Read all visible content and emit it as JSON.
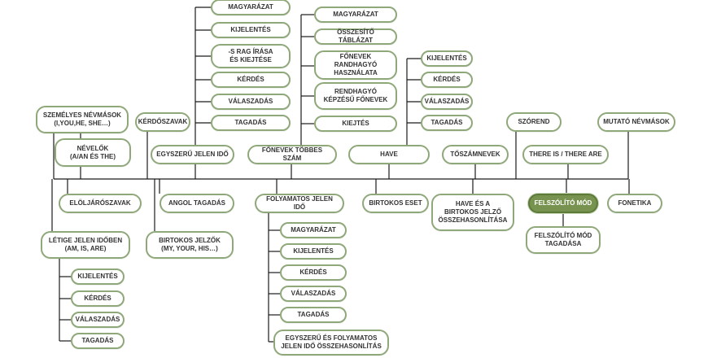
{
  "colors": {
    "line": "#1a1a1a",
    "node_border": "#8fa87a",
    "active_fill": "#78934f"
  },
  "nodes": [
    {
      "id": "magyarazat1",
      "label": "MAGYARÁZAT"
    },
    {
      "id": "kijelentes1",
      "label": "KIJELENTÉS"
    },
    {
      "id": "s-rag",
      "label": "-S RAG ÍRÁSA\nÉS KIEJTÉSE"
    },
    {
      "id": "kerdes1",
      "label": "KÉRDÉS"
    },
    {
      "id": "valaszadas1",
      "label": "VÁLASZADÁS"
    },
    {
      "id": "tagadas1",
      "label": "TAGADÁS"
    },
    {
      "id": "egyszeru-jelen-ido",
      "label": "EGYSZERŰ JELEN IDŐ"
    },
    {
      "id": "magyarazat2",
      "label": "MAGYARÁZAT"
    },
    {
      "id": "osszesito-tablazat",
      "label": "ÖSSZESÍTŐ TÁBLÁZAT"
    },
    {
      "id": "fonevek-randhagyo",
      "label": "FŐNEVEK RANDHAGYÓ\nHASZNÁLATA"
    },
    {
      "id": "rendhagyo-kepzesu",
      "label": "RENDHAGYÓ\nKÉPZÉSŰ FŐNEVEK"
    },
    {
      "id": "kiejtes",
      "label": "KIEJTÉS"
    },
    {
      "id": "fonevek-tobbes-szam",
      "label": "FŐNEVEK TÖBBES SZÁM"
    },
    {
      "id": "kijelentes2",
      "label": "KIJELENTÉS"
    },
    {
      "id": "kerdes2",
      "label": "KÉRDÉS"
    },
    {
      "id": "valaszadas2",
      "label": "VÁLASZADÁS"
    },
    {
      "id": "tagadas2",
      "label": "TAGADÁS"
    },
    {
      "id": "have",
      "label": "HAVE"
    },
    {
      "id": "szemelyes-nevmasok",
      "label": "SZEMÉLYES NÉVMÁSOK\n(I,YOU,HE, SHE…)"
    },
    {
      "id": "nevelok",
      "label": "NÉVELŐK\n(A/AN ÉS THE)"
    },
    {
      "id": "kerdoszavak",
      "label": "KÉRDŐSZAVAK"
    },
    {
      "id": "toszamnevek",
      "label": "TŐSZÁMNEVEK"
    },
    {
      "id": "szorend",
      "label": "SZÓREND"
    },
    {
      "id": "there-is",
      "label": "THERE IS / THERE ARE"
    },
    {
      "id": "mutato-nevmasok",
      "label": "MUTATÓ NÉVMÁSOK"
    },
    {
      "id": "eloljaroszavak",
      "label": "ELÖLJÁRÓSZAVAK"
    },
    {
      "id": "angol-tagadas",
      "label": "ANGOL TAGADÁS"
    },
    {
      "id": "folyamatos-jelen-ido",
      "label": "FOLYAMATOS JELEN IDŐ"
    },
    {
      "id": "birtokos-eset",
      "label": "BIRTOKOS ESET"
    },
    {
      "id": "have-es-a",
      "label": "HAVE ÉS A\nBIRTOKOS JELZŐ\nÖSSZEHASONLÍTÁSA"
    },
    {
      "id": "felszolito-mod",
      "label": "FELSZÓLÍTÓ MÓD",
      "active": true
    },
    {
      "id": "fonetika",
      "label": "FONETIKA"
    },
    {
      "id": "letige",
      "label": "LÉTIGE JELEN IDŐBEN\n(AM, IS, ARE)"
    },
    {
      "id": "birtokos-jelzok",
      "label": "BIRTOKOS JELZŐK\n(MY, YOUR, HIS…)"
    },
    {
      "id": "felszolito-tagadasa",
      "label": "FELSZÓLÍTÓ MÓD\nTAGADÁSA"
    },
    {
      "id": "kijelentes3",
      "label": "KIJELENTÉS"
    },
    {
      "id": "kerdes3",
      "label": "KÉRDÉS"
    },
    {
      "id": "valaszadas3",
      "label": "VÁLASZADÁS"
    },
    {
      "id": "tagadas3",
      "label": "TAGADÁS"
    },
    {
      "id": "magyarazat4",
      "label": "MAGYARÁZAT"
    },
    {
      "id": "kijelentes4",
      "label": "KIJELENTÉS"
    },
    {
      "id": "kerdes4",
      "label": "KÉRDÉS"
    },
    {
      "id": "valaszadas4",
      "label": "VÁLASZADÁS"
    },
    {
      "id": "tagadas4",
      "label": "TAGADÁS"
    },
    {
      "id": "egyszeru-es-folyamatos",
      "label": "EGYSZERŰ ÉS FOLYAMATOS\nJELEN IDŐ ÖSSZEHASONLÍTÁS"
    }
  ]
}
